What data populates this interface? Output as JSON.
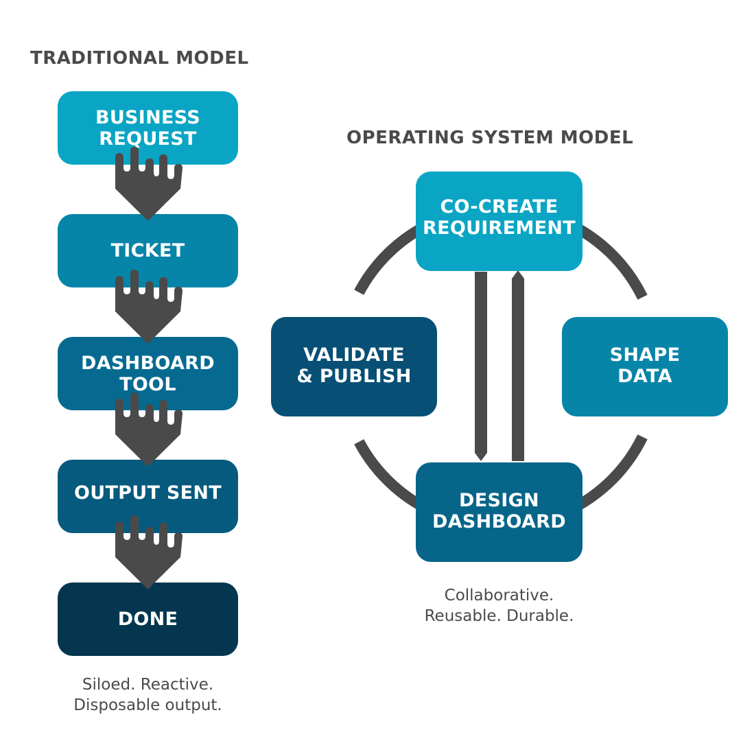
{
  "traditional": {
    "title": "TRADITIONAL MODEL",
    "steps": [
      {
        "label": "BUSINESS\nREQUEST",
        "color": "#0aa5c4"
      },
      {
        "label": "TICKET",
        "color": "#0785a8"
      },
      {
        "label": "DASHBOARD\nTOOL",
        "color": "#066a90"
      },
      {
        "label": "OUTPUT SENT",
        "color": "#065a7e"
      },
      {
        "label": "DONE",
        "color": "#04374f"
      }
    ],
    "caption": "Siloed. Reactive.\nDisposable output."
  },
  "operating": {
    "title": "OPERATING SYSTEM MODEL",
    "nodes": {
      "top": {
        "label": "CO-CREATE\nREQUIREMENT",
        "color": "#0aa5c4"
      },
      "left": {
        "label": "VALIDATE\n& PUBLISH",
        "color": "#074f75"
      },
      "right": {
        "label": "SHAPE\nDATA",
        "color": "#0785a8"
      },
      "bottom": {
        "label": "DESIGN\nDASHBOARD",
        "color": "#066589"
      }
    },
    "caption": "Collaborative.\nReusable. Durable."
  },
  "connector_color": "#4a4a4a"
}
